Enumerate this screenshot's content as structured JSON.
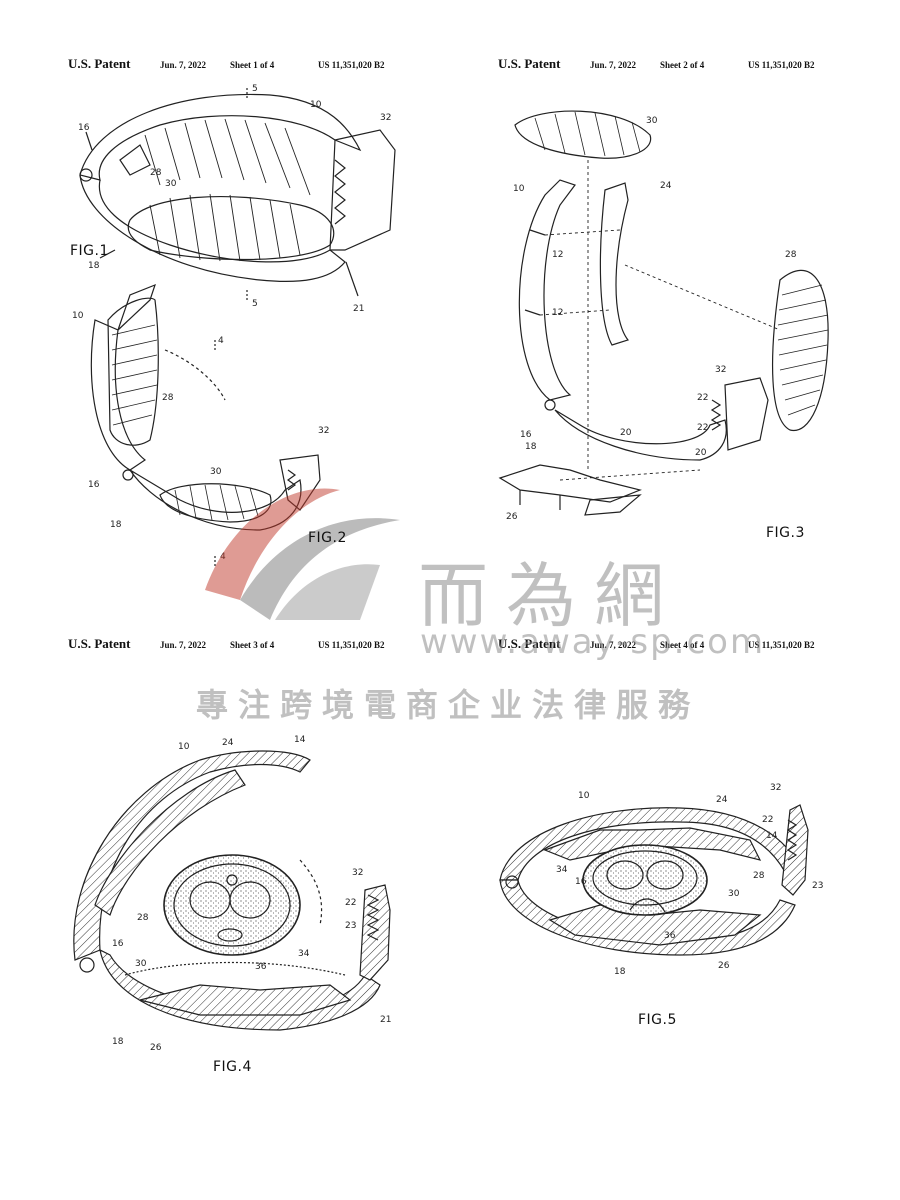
{
  "sheets": [
    {
      "title": "U.S. Patent",
      "date": "Jun. 7, 2022",
      "sheet": "Sheet 1 of 4",
      "number": "US 11,351,020 B2"
    },
    {
      "title": "U.S. Patent",
      "date": "Jun. 7, 2022",
      "sheet": "Sheet 2 of 4",
      "number": "US 11,351,020 B2"
    },
    {
      "title": "U.S. Patent",
      "date": "Jun. 7, 2022",
      "sheet": "Sheet 3 of 4",
      "number": "US 11,351,020 B2"
    },
    {
      "title": "U.S. Patent",
      "date": "Jun. 7, 2022",
      "sheet": "Sheet 4 of 4",
      "number": "US 11,351,020 B2"
    }
  ],
  "figures": {
    "fig1": "FIG.1",
    "fig2": "FIG.2",
    "fig3": "FIG.3",
    "fig4": "FIG.4",
    "fig5": "FIG.5"
  },
  "refs": {
    "r4": "4",
    "r5": "5",
    "r10": "10",
    "r12": "12",
    "r14": "14",
    "r16": "16",
    "r18": "18",
    "r20": "20",
    "r21": "21",
    "r22": "22",
    "r23": "23",
    "r24": "24",
    "r26": "26",
    "r28": "28",
    "r30": "30",
    "r32": "32",
    "r34": "34",
    "r36": "36"
  },
  "watermark": {
    "brand": "而為網",
    "url": "www.away-sp.com",
    "slogan": "專注跨境電商企业法律服務"
  }
}
